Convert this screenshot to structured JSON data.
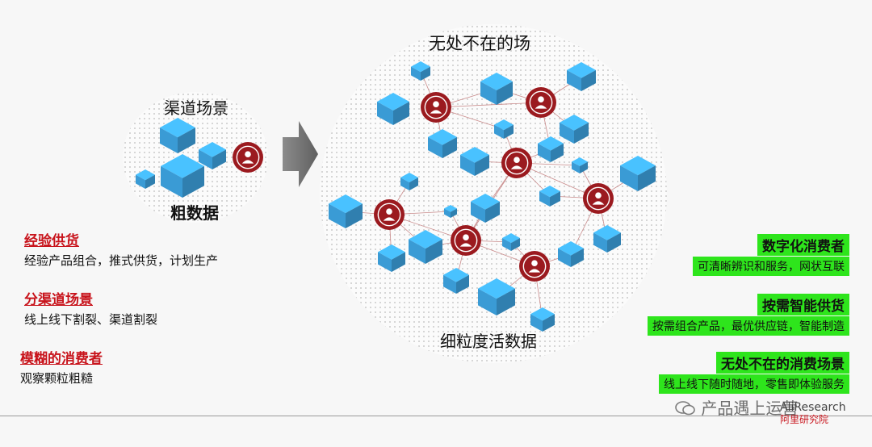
{
  "colors": {
    "cube": "#3a9bd5",
    "person": "#9b1a1f",
    "red_text": "#c8141c",
    "highlight": "#2ee51c"
  },
  "left_circle": {
    "top_label": "渠道场景",
    "bottom_label": "粗数据"
  },
  "right_circle": {
    "top_label": "无处不在的场",
    "bottom_label": "细粒度活数据"
  },
  "left_points": [
    {
      "title": "经验供货",
      "desc": "经验产品组合，推式供货，计划生产"
    },
    {
      "title": "分渠道场景",
      "desc": "线上线下割裂、渠道割裂"
    },
    {
      "title": "模糊的消费者",
      "desc": "观察颗粒粗糙"
    }
  ],
  "right_points": [
    {
      "title": "数字化消费者",
      "desc": "可清晰辨识和服务，网状互联"
    },
    {
      "title": "按需智能供货",
      "desc": "按需组合产品，最优供应链，智能制造"
    },
    {
      "title": "无处不在的消费场景",
      "desc": "线上线下随时随地，零售即体验服务"
    }
  ],
  "watermark": {
    "text": "产品遇上运营",
    "brand": "AliResearch",
    "brand_sub": "阿里研究院"
  },
  "icons": [
    "arrow-right-icon",
    "cube-icon",
    "person-icon",
    "wechat-icon"
  ]
}
